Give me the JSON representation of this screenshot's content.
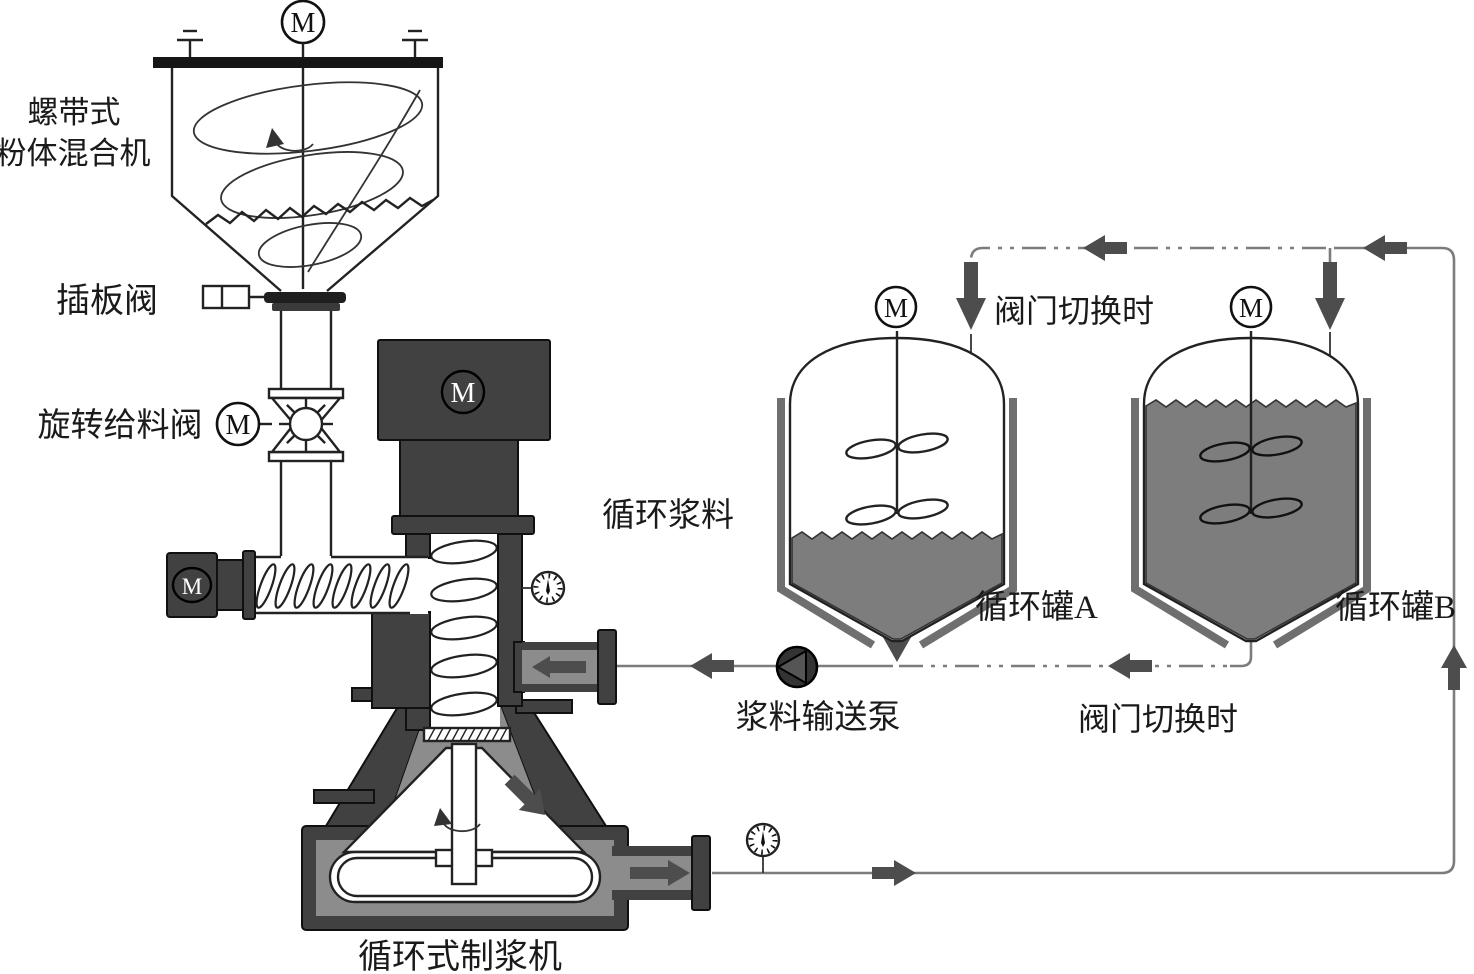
{
  "diagram": {
    "equipment": {
      "ribbon_mixer": {
        "label_line1": "螺带式",
        "label_line2": "粉体混合机"
      },
      "slide_valve": {
        "label": "插板阀"
      },
      "rotary_feed_valve": {
        "label": "旋转给料阀"
      },
      "circulating_pulper": {
        "label": "循环式制浆机"
      },
      "slurry_pump": {
        "label": "浆料输送泵"
      },
      "tank_a": {
        "label": "循环罐A"
      },
      "tank_b": {
        "label": "循环罐B"
      }
    },
    "flow_labels": {
      "circulating_slurry": "循环浆料",
      "valve_switch_top": "阀门切换时",
      "valve_switch_bottom": "阀门切换时"
    },
    "motor_symbol": "M",
    "colors": {
      "background": "#ffffff",
      "equipment_dark": "#414141",
      "pipe_interior_gray": "#8c8c8c",
      "slurry_gray": "#7d7d7d",
      "tank_shell_gray": "#6f6f6f",
      "flow_arrow_gray": "#4d4d4d",
      "pipe_line_gray": "#7c7c7c",
      "text_black": "#1a1a1a"
    }
  }
}
